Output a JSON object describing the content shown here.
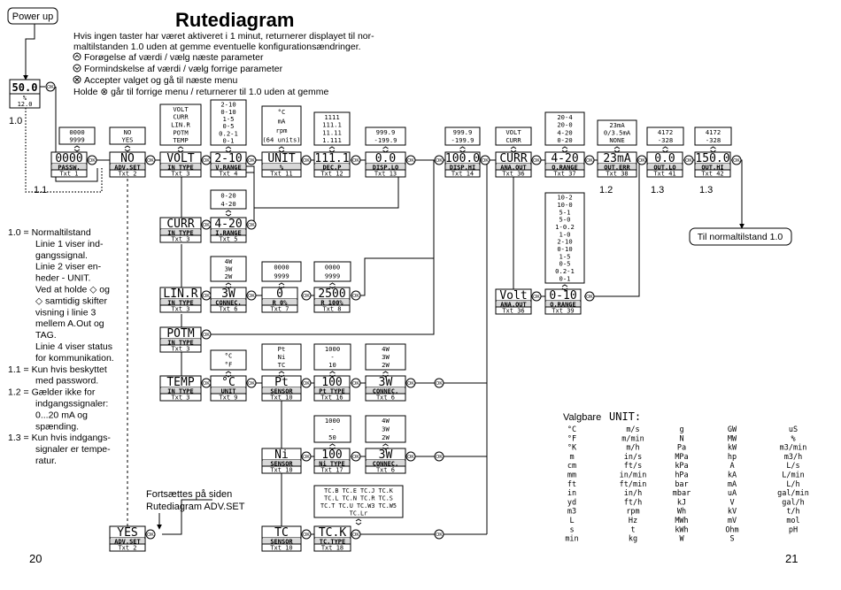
{
  "title": "Rutediagram",
  "power_up": "Power up",
  "intro": [
    "Hvis ingen taster har været aktiveret i 1 minut, returnerer displayet til nor-",
    "maltilstanden 1.0 uden at gemme eventuelle konfigurationsændringer.",
    "Forøgelse af værdi / vælg næste parameter",
    "Formindskelse af værdi / vælg forrige parameter",
    "Accepter valget og gå til næste menu",
    "Holde ⊗ går til forrige menu / returnerer til 1.0 uden at gemme"
  ],
  "start_display": {
    "line1": "50.0",
    "line2": "%",
    "line3": "12.0",
    "line4": "◇✱",
    "ref": "1.0"
  },
  "ok": "OK",
  "menus": {
    "passw": {
      "value": "0000",
      "label": "PASSW.",
      "txt": "Txt 1"
    },
    "advset": {
      "value": "NO",
      "label": "ADV.SET",
      "txt": "Txt 2"
    },
    "intype": {
      "value": "VOLT",
      "label": "IN TYPE",
      "txt": "Txt 3"
    },
    "vrange": {
      "value": "2-10",
      "label": "V.RANGE",
      "txt": "Txt 4"
    },
    "unit": {
      "value": "UNIT",
      "label": "%",
      "txt": "Txt 11"
    },
    "decp": {
      "value": "111.1",
      "label": "DEC.P",
      "txt": "Txt 12"
    },
    "displo": {
      "value": "0.0",
      "label": "DISP.LO",
      "txt": "Txt 13"
    },
    "disphi": {
      "value": "100.0",
      "label": "DISP.HI",
      "txt": "Txt 14"
    },
    "anaout": {
      "value": "CURR",
      "label": "ANA.OUT",
      "txt": "Txt 36"
    },
    "orange": {
      "value": "4-20",
      "label": "O.RANGE",
      "txt": "Txt 37"
    },
    "outerr": {
      "value": "23mA",
      "label": "OUT.ERR",
      "txt": "Txt 38"
    },
    "outlo": {
      "value": "0.0",
      "label": "OUT.LO",
      "txt": "Txt 41"
    },
    "outhi": {
      "value": "150.0",
      "label": "OUT.HI",
      "txt": "Txt 42"
    },
    "curr": {
      "value": "CURR",
      "label": "IN TYPE",
      "txt": "Txt 3"
    },
    "irange": {
      "value": "4-20",
      "label": "I.RANGE",
      "txt": "Txt 5"
    },
    "linr": {
      "value": "LIN.R",
      "label": "IN TYPE",
      "txt": "Txt 3"
    },
    "connec6": {
      "value": "3W",
      "label": "CONNEC.",
      "txt": "Txt 6"
    },
    "r0": {
      "value": "0",
      "label": "R 0%",
      "txt": "Txt 7"
    },
    "r100": {
      "value": "2500",
      "label": "R 100%",
      "txt": "Txt 8"
    },
    "potm": {
      "value": "POTM",
      "label": "IN TYPE",
      "txt": "Txt 3"
    },
    "temp": {
      "value": "TEMP",
      "label": "IN TYPE",
      "txt": "Txt 3"
    },
    "unit9": {
      "value": "°C",
      "label": "UNIT",
      "txt": "Txt 9"
    },
    "sensor_pt": {
      "value": "Pt",
      "label": "SENSOR",
      "txt": "Txt 10"
    },
    "pttype": {
      "value": "100",
      "label": "Pt TYPE",
      "txt": "Txt 16"
    },
    "connec_pt": {
      "value": "3W",
      "label": "CONNEC.",
      "txt": "Txt 6"
    },
    "sensor_ni": {
      "value": "Ni",
      "label": "SENSOR",
      "txt": "Txt 10"
    },
    "nitype": {
      "value": "100",
      "label": "Ni TYPE",
      "txt": "Txt 17"
    },
    "connec_ni": {
      "value": "3W",
      "label": "CONNEC.",
      "txt": "Txt 6"
    },
    "sensor_tc": {
      "value": "TC",
      "label": "SENSOR",
      "txt": "Txt 10"
    },
    "tctype": {
      "value": "TC.K",
      "label": "TC.TYPE",
      "txt": "Txt 18"
    },
    "yes": {
      "value": "YES",
      "label": "ADV.SET",
      "txt": "Txt 2"
    },
    "volt_ana": {
      "value": "Volt",
      "label": "ANA.OUT",
      "txt": "Txt 36"
    },
    "orange_v": {
      "value": "0-10",
      "label": "O.RANGE",
      "txt": "Txt 39"
    }
  },
  "options": {
    "passw": [
      "0000",
      "9999"
    ],
    "advset": [
      "NO",
      "YES"
    ],
    "intype": [
      "VOLT",
      "CURR",
      "LIN.R",
      "POTM",
      "TEMP"
    ],
    "vrange": [
      "2-10",
      "0-10",
      "1-5",
      "0-5",
      "0.2-1",
      "0-1"
    ],
    "unit": [
      "°C",
      "mA",
      "rpm",
      "(64 units)"
    ],
    "decp": [
      "1111",
      "111.1",
      "11.11",
      "1.111"
    ],
    "displo": [
      "999.9",
      "-199.9"
    ],
    "disphi": [
      "999.9",
      "-199.9"
    ],
    "anaout": [
      "VOLT",
      "CURR"
    ],
    "orange": [
      "20-4",
      "20-0",
      "4-20",
      "0-20"
    ],
    "outerr": [
      "23mA",
      "0/3.5mA",
      "NONE"
    ],
    "outlo": [
      "4172",
      "-328"
    ],
    "outhi": [
      "4172",
      "-328"
    ],
    "irange": [
      "0-20",
      "4-20"
    ],
    "connec6": [
      "4W",
      "3W",
      "2W"
    ],
    "r0": [
      "0000",
      "9999"
    ],
    "r100": [
      "0000",
      "9999"
    ],
    "unit9": [
      "°C",
      "°F"
    ],
    "sensor": [
      "Pt",
      "Ni",
      "TC"
    ],
    "pttype": [
      "1000",
      "-",
      "10"
    ],
    "connec_pt": [
      "4W",
      "3W",
      "2W"
    ],
    "nitype": [
      "1000",
      "-",
      "50"
    ],
    "connec_ni": [
      "4W",
      "3W",
      "2W"
    ],
    "tctype": [
      "TC.B TC.E TC.J TC.K",
      "TC.L TC.N TC.R TC.S",
      "TC.T TC.U TC.W3 TC.W5",
      "TC.Lr"
    ],
    "orange_v": [
      "10-2",
      "10-0",
      "5-1",
      "5-0",
      "1-0.2",
      "1-0",
      "2-10",
      "0-10",
      "1-5",
      "0-5",
      "0.2-1",
      "0-1"
    ]
  },
  "refs": {
    "r11": "1.1",
    "r12": "1.2",
    "r13a": "1.3",
    "r13b": "1.3"
  },
  "normal_button": "Til normaltilstand 1.0",
  "continued": [
    "Fortsættes på siden",
    "Rutediagram ADV.SET"
  ],
  "notes": [
    "1.0 = Normaltilstand",
    "Linie 1 viser ind-",
    "gangssignal.",
    "Linie 2 viser en-",
    "heder - UNIT.",
    "Ved at holde ◇ og",
    "◇ samtidig skifter",
    "visning i linie 3",
    "mellem A.Out og",
    "TAG.",
    "Linie 4 viser status",
    "for kommunikation.",
    "1.1 = Kun hvis beskyttet",
    "med password.",
    "1.2 = Gælder ikke for",
    "indgangssignaler:",
    "0...20 mA og",
    "spænding.",
    "1.3 = Kun hvis indgangs-",
    "signaler er tempe-",
    "ratur."
  ],
  "units_title": "Valgbare",
  "units_title_mono": "UNIT:",
  "units_columns": [
    [
      "°C",
      "°F",
      "°K",
      "m",
      "cm",
      "mm",
      "ft",
      "in",
      "yd",
      "m3",
      "L",
      "s",
      "min"
    ],
    [
      "m/s",
      "m/min",
      "m/h",
      "in/s",
      "ft/s",
      "in/min",
      "ft/min",
      "in/h",
      "ft/h",
      "rpm",
      "Hz",
      "t",
      "kg"
    ],
    [
      "g",
      "N",
      "Pa",
      "MPa",
      "kPa",
      "hPa",
      "bar",
      "mbar",
      "kJ",
      "Wh",
      "MWh",
      "kWh",
      "W"
    ],
    [
      "GW",
      "MW",
      "kW",
      "hp",
      "A",
      "kA",
      "mA",
      "uA",
      "V",
      "kV",
      "mV",
      "Ohm",
      "S"
    ],
    [
      "uS",
      "%",
      "m3/min",
      "m3/h",
      "L/s",
      "L/min",
      "L/h",
      "gal/min",
      "gal/h",
      "t/h",
      "mol",
      "pH",
      ""
    ]
  ],
  "page_left": "20",
  "page_right": "21"
}
